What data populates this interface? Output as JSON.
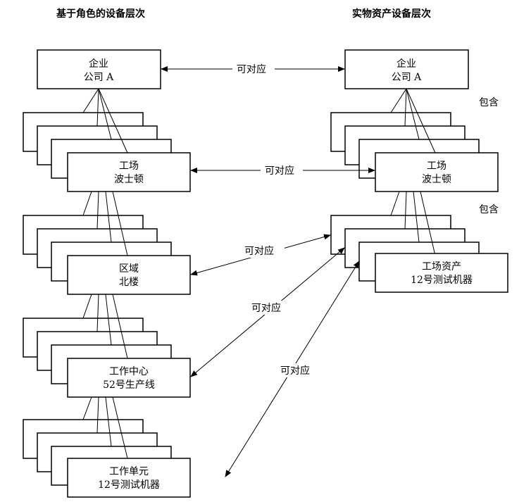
{
  "headers": {
    "left": "基于角色的设备层次",
    "right": "实物资产设备层次"
  },
  "left": {
    "enterprise": {
      "line1": "企业",
      "line2": "公司 A"
    },
    "site": {
      "line1": "工场",
      "line2": "波士顿"
    },
    "area": {
      "line1": "区域",
      "line2": "北楼"
    },
    "work_center": {
      "line1": "工作中心",
      "line2": "52号生产线"
    },
    "work_unit": {
      "line1": "工作单元",
      "line2": "12号测试机器"
    }
  },
  "right": {
    "enterprise": {
      "line1": "企业",
      "line2": "公司 A"
    },
    "site": {
      "line1": "工场",
      "line2": "波士顿"
    },
    "asset": {
      "line1": "工场资产",
      "line2": "12号测试机器"
    },
    "contains_1": "包含",
    "contains_2": "包含"
  },
  "correspondences": {
    "enterprise": "可对应",
    "site": "可对应",
    "area": "可对应",
    "work_center": "可对应",
    "work_unit": "可对应"
  }
}
